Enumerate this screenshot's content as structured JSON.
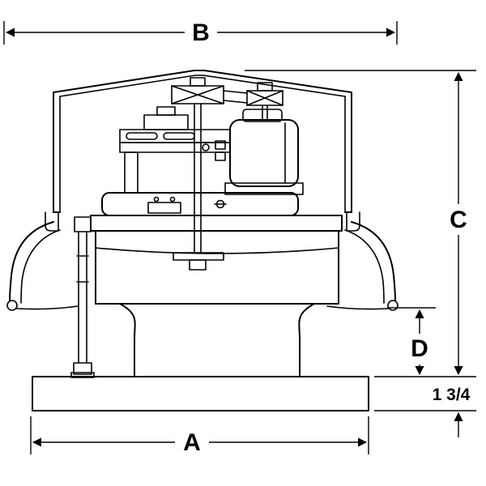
{
  "figure": {
    "description": "Front-elevation dimensional line drawing of a belt-driven roof exhaust ventilator mounted on a base plate",
    "colors": {
      "ink": "#000000",
      "background": "#ffffff"
    },
    "dimensions": {
      "overall_width": "B",
      "base_width": "A",
      "overall_height": "C",
      "skirt_to_base_height": "D",
      "base_plate_thickness": "1 3/4"
    }
  }
}
